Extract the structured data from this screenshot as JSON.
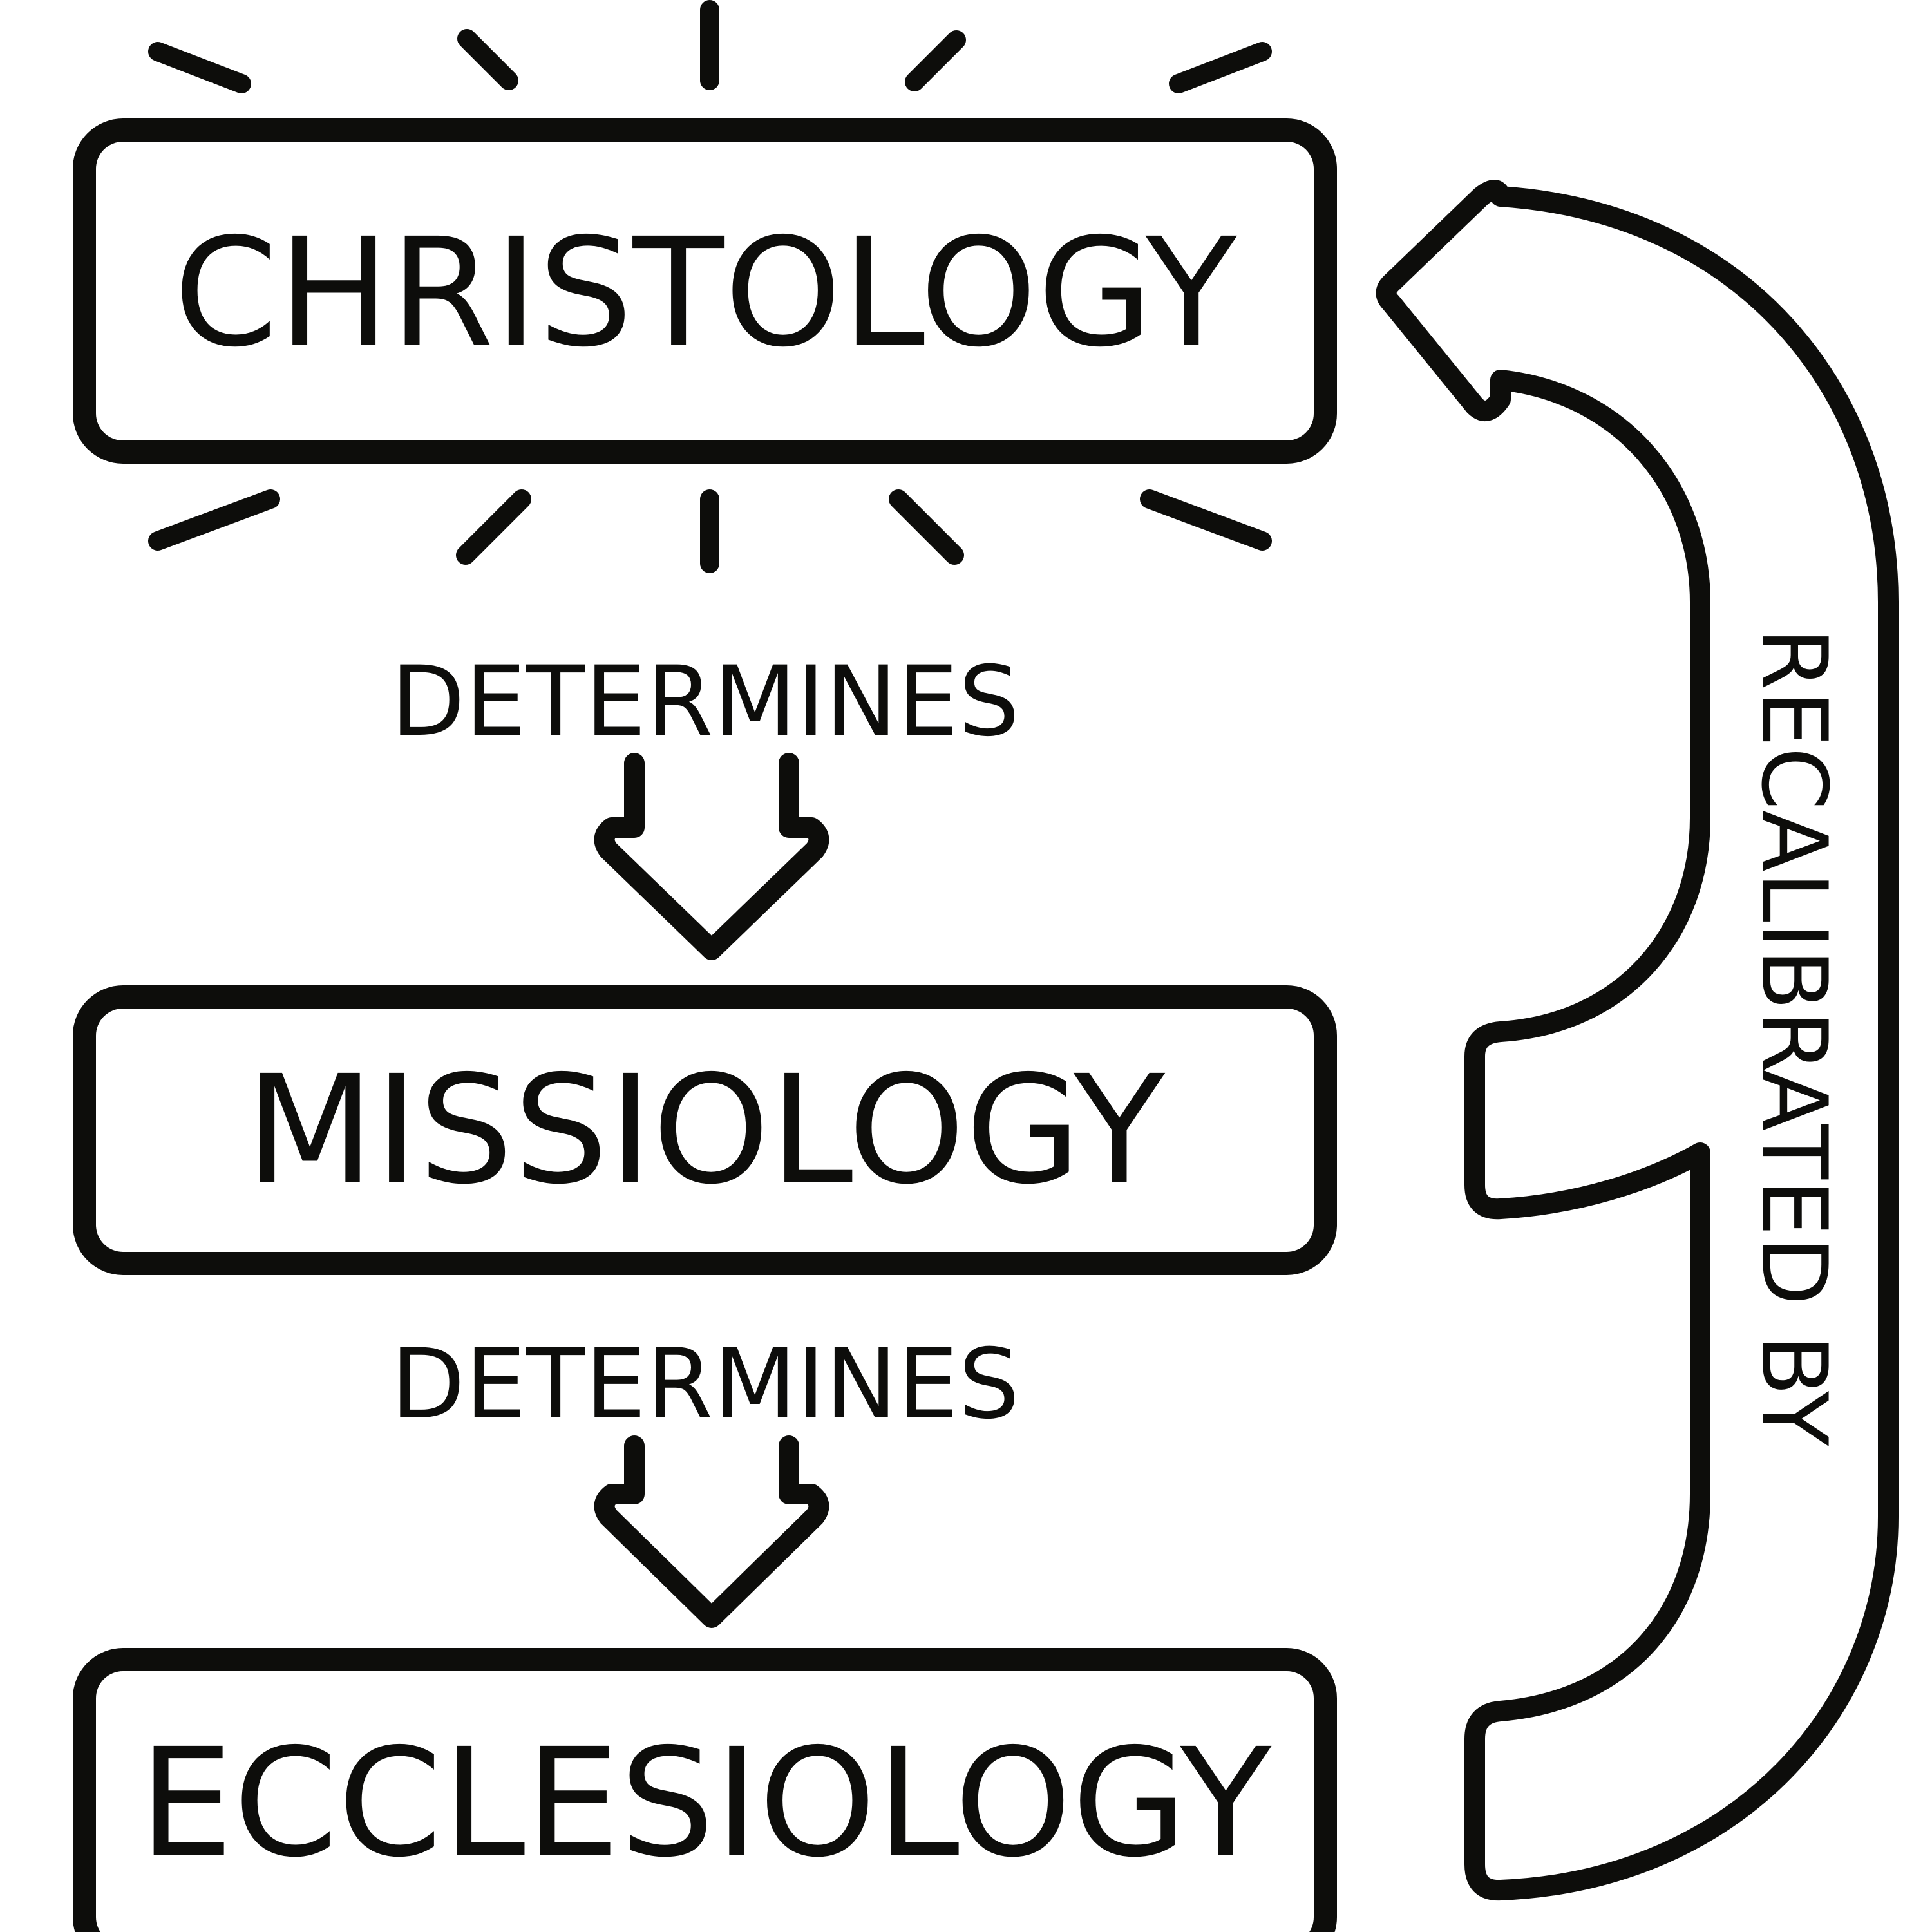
{
  "diagram": {
    "nodes": [
      {
        "id": "christology",
        "label": "CHRISTOLOGY",
        "highlighted": true
      },
      {
        "id": "missiology",
        "label": "MISSIOLOGY"
      },
      {
        "id": "ecclesiology",
        "label": "ECCLESIOLOGY"
      }
    ],
    "edges": [
      {
        "from": "christology",
        "to": "missiology",
        "label": "DETERMINES"
      },
      {
        "from": "missiology",
        "to": "ecclesiology",
        "label": "DETERMINES"
      },
      {
        "from": "missiology+ecclesiology",
        "to": "christology",
        "label": "RECALIBRATED BY"
      }
    ],
    "colors": {
      "stroke": "#0d0d0b",
      "background": "#ffffff"
    }
  }
}
